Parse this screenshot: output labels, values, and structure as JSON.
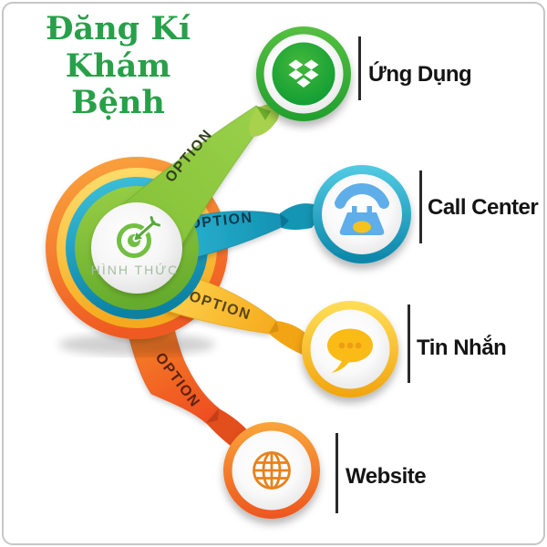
{
  "title": {
    "line1": "Đăng Kí",
    "line2": "Khám Bệnh"
  },
  "hub": {
    "label": "HÌNH THỨC",
    "icon": "target-arrow-icon"
  },
  "ribbons": [
    {
      "label": "OPTION",
      "color": "#8DC63F"
    },
    {
      "label": "OPTION",
      "color": "#1DA3C4"
    },
    {
      "label": "OPTION",
      "color": "#FBC531"
    },
    {
      "label": "OPTION",
      "color": "#F05A22"
    }
  ],
  "items": [
    {
      "label": "Ứng Dụng",
      "icon": "app-boxes-icon",
      "color": "#2FA73A"
    },
    {
      "label": "Call Center",
      "icon": "telephone-icon",
      "color": "#1BA6C6"
    },
    {
      "label": "Tin Nhắn",
      "icon": "chat-bubble-icon",
      "color": "#F9BC15"
    },
    {
      "label": "Website",
      "icon": "globe-icon",
      "color": "#F26A21"
    }
  ],
  "palette": {
    "title_green": "#28A049",
    "label_black": "#141414",
    "hub_label_green": "#A2BEA0"
  }
}
